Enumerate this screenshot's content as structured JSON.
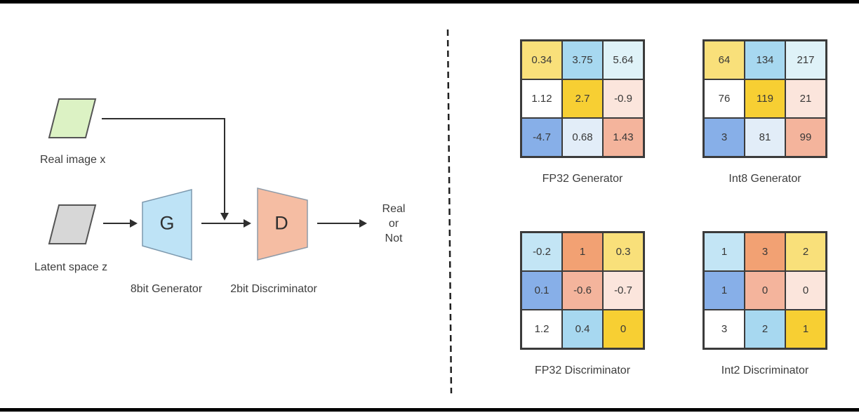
{
  "palette": {
    "yellow": "#F9E07A",
    "gold": "#F7CF33",
    "sky_blue": "#A7D8F0",
    "pale_cyan": "#DFF2F8",
    "pale_blue": "#E2EDF8",
    "medium_blue": "#87AFE8",
    "salmon": "#F4B49C",
    "pale_pink": "#FBE5DC",
    "light_cyan": "#C3E5F5",
    "orange": "#F2A173",
    "white": "#FFFFFF"
  },
  "flow_diagram": {
    "real_image": {
      "label": "Real image x",
      "shape_color": "#DCF2C4",
      "shape_border": "#555555"
    },
    "latent_space": {
      "label": "Latent space z",
      "shape_color": "#D7D7D7",
      "shape_border": "#555555"
    },
    "generator": {
      "letter": "G",
      "caption": "8bit Generator",
      "shape_color": "#BEE3F6",
      "shape_border": "#7D99AE"
    },
    "discriminator": {
      "letter": "D",
      "caption": "2bit Discriminator",
      "shape_color": "#F5BDA3",
      "shape_border": "#8F9BA8"
    },
    "output": {
      "lines": [
        "Real",
        "or",
        "Not"
      ]
    }
  },
  "matrices": [
    {
      "label": "FP32 Generator",
      "rows": [
        [
          {
            "value": "0.34",
            "color": "yellow"
          },
          {
            "value": "3.75",
            "color": "sky_blue"
          },
          {
            "value": "5.64",
            "color": "pale_cyan"
          }
        ],
        [
          {
            "value": "1.12",
            "color": "white"
          },
          {
            "value": "2.7",
            "color": "gold"
          },
          {
            "value": "-0.9",
            "color": "pale_pink"
          }
        ],
        [
          {
            "value": "-4.7",
            "color": "medium_blue"
          },
          {
            "value": "0.68",
            "color": "pale_blue"
          },
          {
            "value": "1.43",
            "color": "salmon"
          }
        ]
      ]
    },
    {
      "label": "Int8 Generator",
      "rows": [
        [
          {
            "value": "64",
            "color": "yellow"
          },
          {
            "value": "134",
            "color": "sky_blue"
          },
          {
            "value": "217",
            "color": "pale_cyan"
          }
        ],
        [
          {
            "value": "76",
            "color": "white"
          },
          {
            "value": "119",
            "color": "gold"
          },
          {
            "value": "21",
            "color": "pale_pink"
          }
        ],
        [
          {
            "value": "3",
            "color": "medium_blue"
          },
          {
            "value": "81",
            "color": "pale_blue"
          },
          {
            "value": "99",
            "color": "salmon"
          }
        ]
      ]
    },
    {
      "label": "FP32 Discriminator",
      "rows": [
        [
          {
            "value": "-0.2",
            "color": "light_cyan"
          },
          {
            "value": "1",
            "color": "orange"
          },
          {
            "value": "0.3",
            "color": "yellow"
          }
        ],
        [
          {
            "value": "0.1",
            "color": "medium_blue"
          },
          {
            "value": "-0.6",
            "color": "salmon"
          },
          {
            "value": "-0.7",
            "color": "pale_pink"
          }
        ],
        [
          {
            "value": "1.2",
            "color": "white"
          },
          {
            "value": "0.4",
            "color": "sky_blue"
          },
          {
            "value": "0",
            "color": "gold"
          }
        ]
      ]
    },
    {
      "label": "Int2 Discriminator",
      "rows": [
        [
          {
            "value": "1",
            "color": "light_cyan"
          },
          {
            "value": "3",
            "color": "orange"
          },
          {
            "value": "2",
            "color": "yellow"
          }
        ],
        [
          {
            "value": "1",
            "color": "medium_blue"
          },
          {
            "value": "0",
            "color": "salmon"
          },
          {
            "value": "0",
            "color": "pale_pink"
          }
        ],
        [
          {
            "value": "3",
            "color": "white"
          },
          {
            "value": "2",
            "color": "sky_blue"
          },
          {
            "value": "1",
            "color": "gold"
          }
        ]
      ]
    }
  ]
}
